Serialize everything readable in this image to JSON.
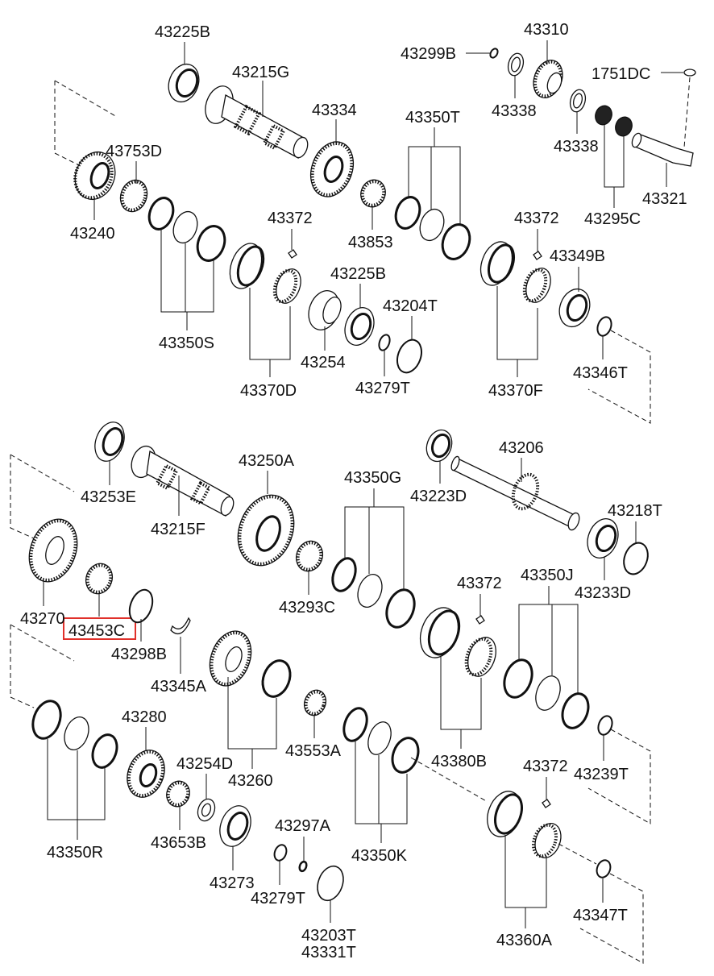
{
  "diagram": {
    "title": "Transaxle gear & shaft exploded parts diagram",
    "highlight": {
      "part": "43453C",
      "color": "#e0302a"
    },
    "labels": [
      {
        "id": "43225B-top",
        "text": "43225B"
      },
      {
        "id": "43215G",
        "text": "43215G"
      },
      {
        "id": "43334",
        "text": "43334"
      },
      {
        "id": "43350T",
        "text": "43350T"
      },
      {
        "id": "43299B",
        "text": "43299B"
      },
      {
        "id": "43310",
        "text": "43310"
      },
      {
        "id": "1751DC",
        "text": "1751DC"
      },
      {
        "id": "43338-a",
        "text": "43338"
      },
      {
        "id": "43338-b",
        "text": "43338"
      },
      {
        "id": "43321",
        "text": "43321"
      },
      {
        "id": "43295C",
        "text": "43295C"
      },
      {
        "id": "43753D",
        "text": "43753D"
      },
      {
        "id": "43240",
        "text": "43240"
      },
      {
        "id": "43372-a",
        "text": "43372"
      },
      {
        "id": "43853",
        "text": "43853"
      },
      {
        "id": "43372-b",
        "text": "43372"
      },
      {
        "id": "43349B",
        "text": "43349B"
      },
      {
        "id": "43225B-mid",
        "text": "43225B"
      },
      {
        "id": "43204T",
        "text": "43204T"
      },
      {
        "id": "43350S",
        "text": "43350S"
      },
      {
        "id": "43254",
        "text": "43254"
      },
      {
        "id": "43370D",
        "text": "43370D"
      },
      {
        "id": "43279T-a",
        "text": "43279T"
      },
      {
        "id": "43370F",
        "text": "43370F"
      },
      {
        "id": "43346T",
        "text": "43346T"
      },
      {
        "id": "43253E",
        "text": "43253E"
      },
      {
        "id": "43215F",
        "text": "43215F"
      },
      {
        "id": "43250A",
        "text": "43250A"
      },
      {
        "id": "43350G",
        "text": "43350G"
      },
      {
        "id": "43223D",
        "text": "43223D"
      },
      {
        "id": "43206",
        "text": "43206"
      },
      {
        "id": "43218T",
        "text": "43218T"
      },
      {
        "id": "43233D",
        "text": "43233D"
      },
      {
        "id": "43270",
        "text": "43270"
      },
      {
        "id": "43453C",
        "text": "43453C"
      },
      {
        "id": "43298B",
        "text": "43298B"
      },
      {
        "id": "43293C",
        "text": "43293C"
      },
      {
        "id": "43372-c",
        "text": "43372"
      },
      {
        "id": "43350J",
        "text": "43350J"
      },
      {
        "id": "43345A",
        "text": "43345A"
      },
      {
        "id": "43280",
        "text": "43280"
      },
      {
        "id": "43254D",
        "text": "43254D"
      },
      {
        "id": "43260",
        "text": "43260"
      },
      {
        "id": "43553A",
        "text": "43553A"
      },
      {
        "id": "43380B",
        "text": "43380B"
      },
      {
        "id": "43372-d",
        "text": "43372"
      },
      {
        "id": "43239T",
        "text": "43239T"
      },
      {
        "id": "43350R",
        "text": "43350R"
      },
      {
        "id": "43653B",
        "text": "43653B"
      },
      {
        "id": "43297A",
        "text": "43297A"
      },
      {
        "id": "43350K",
        "text": "43350K"
      },
      {
        "id": "43273",
        "text": "43273"
      },
      {
        "id": "43279T-b",
        "text": "43279T"
      },
      {
        "id": "43203T",
        "text": "43203T"
      },
      {
        "id": "43331T",
        "text": "43331T"
      },
      {
        "id": "43360A",
        "text": "43360A"
      },
      {
        "id": "43347T",
        "text": "43347T"
      }
    ]
  }
}
